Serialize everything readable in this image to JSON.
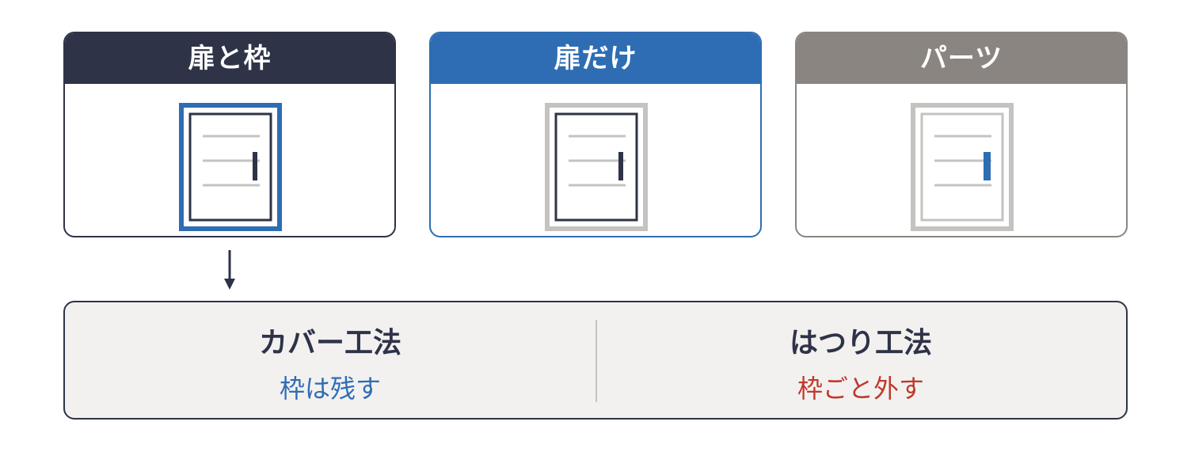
{
  "cards": [
    {
      "title": "扉と枠",
      "header_color": "#2e3347",
      "frame_color": "#2e6db3",
      "door_color": "#2e3347",
      "handle_color": "#2e3347",
      "line_color": "#c5c3c0"
    },
    {
      "title": "扉だけ",
      "header_color": "#2e6db3",
      "frame_color": "#c5c3c0",
      "door_color": "#2e3347",
      "handle_color": "#2e3347",
      "line_color": "#c5c3c0"
    },
    {
      "title": "パーツ",
      "header_color": "#8a8580",
      "frame_color": "#c5c3c0",
      "door_color": "#c5c3c0",
      "handle_color": "#2e6db3",
      "line_color": "#c5c3c0"
    }
  ],
  "arrow_color": "#2e3347",
  "methods": [
    {
      "title": "カバー工法",
      "desc": "枠は残す",
      "desc_color": "#2e6db3"
    },
    {
      "title": "はつり工法",
      "desc": "枠ごと外す",
      "desc_color": "#c0392b"
    }
  ]
}
